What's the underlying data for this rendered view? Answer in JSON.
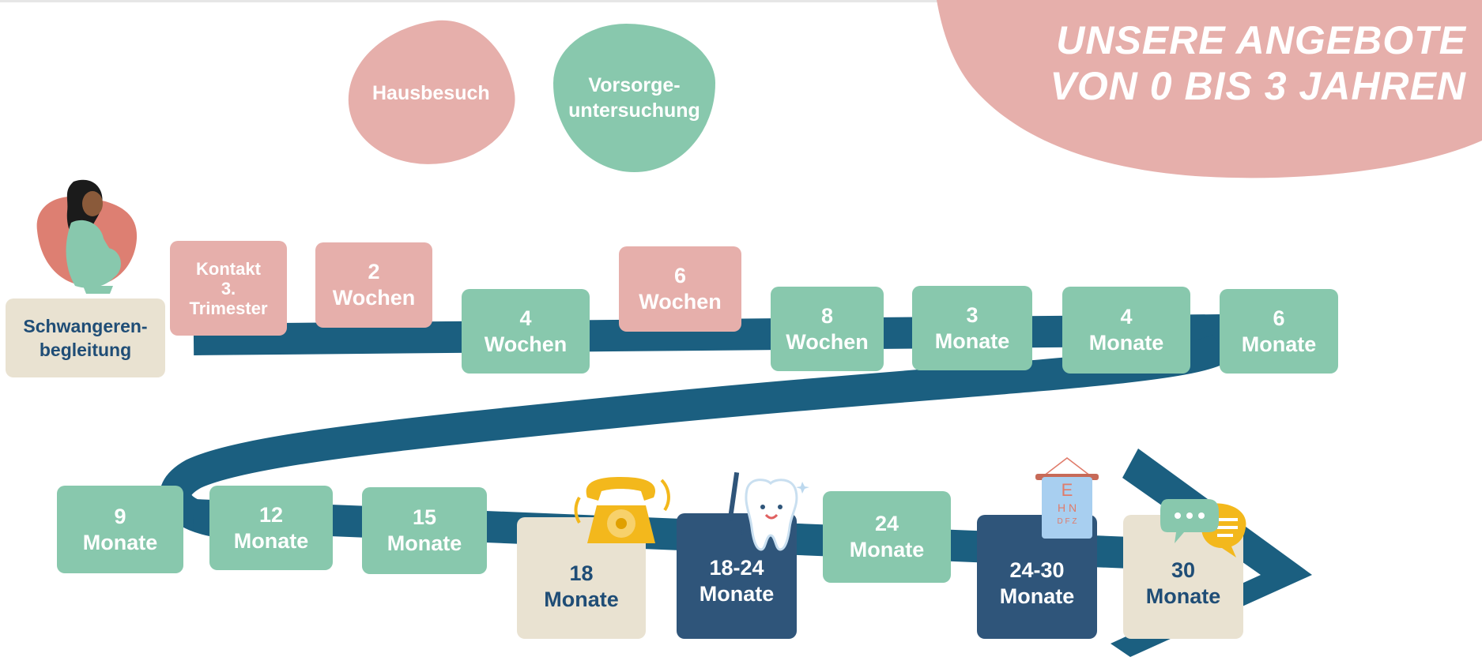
{
  "title": {
    "line1": "UNSERE ANGEBOTE",
    "line2": "VON 0 BIS 3 JAHREN"
  },
  "legend": {
    "home_visit": "Hausbesuch",
    "checkup": "Vorsorge-\nuntersuchung"
  },
  "start": {
    "label": "Schwangeren-\nbegleitung"
  },
  "steps": [
    {
      "label": "Kontakt\n3.\nTrimester",
      "kind": "Hausbesuch"
    },
    {
      "label": "2\nWochen",
      "kind": "Hausbesuch"
    },
    {
      "label": "4\nWochen",
      "kind": "Vorsorgeuntersuchung"
    },
    {
      "label": "6\nWochen",
      "kind": "Hausbesuch"
    },
    {
      "label": "8\nWochen",
      "kind": "Vorsorgeuntersuchung"
    },
    {
      "label": "3\nMonate",
      "kind": "Vorsorgeuntersuchung"
    },
    {
      "label": "4\nMonate",
      "kind": "Vorsorgeuntersuchung"
    },
    {
      "label": "6\nMonate",
      "kind": "Vorsorgeuntersuchung"
    },
    {
      "label": "9\nMonate",
      "kind": "Vorsorgeuntersuchung"
    },
    {
      "label": "12\nMonate",
      "kind": "Vorsorgeuntersuchung"
    },
    {
      "label": "15\nMonate",
      "kind": "Vorsorgeuntersuchung"
    },
    {
      "label": "18\nMonate",
      "kind": "Telefon"
    },
    {
      "label": "18-24\nMonate",
      "kind": "Zahn"
    },
    {
      "label": "24\nMonate",
      "kind": "Vorsorgeuntersuchung"
    },
    {
      "label": "24-30\nMonate",
      "kind": "Sehtest"
    },
    {
      "label": "30\nMonate",
      "kind": "Gespräch"
    }
  ],
  "eye_chart": {
    "l1": "E",
    "l2": "H N",
    "l3": "D F Z"
  },
  "colors": {
    "pink": "#e6afab",
    "green": "#88c8ad",
    "beige": "#e9e2d1",
    "navy": "#2f557a",
    "path": "#1b5f80"
  },
  "icons": [
    "pregnant-woman-icon",
    "telephone-icon",
    "tooth-icon",
    "eye-chart-icon",
    "speech-bubble-icon"
  ]
}
